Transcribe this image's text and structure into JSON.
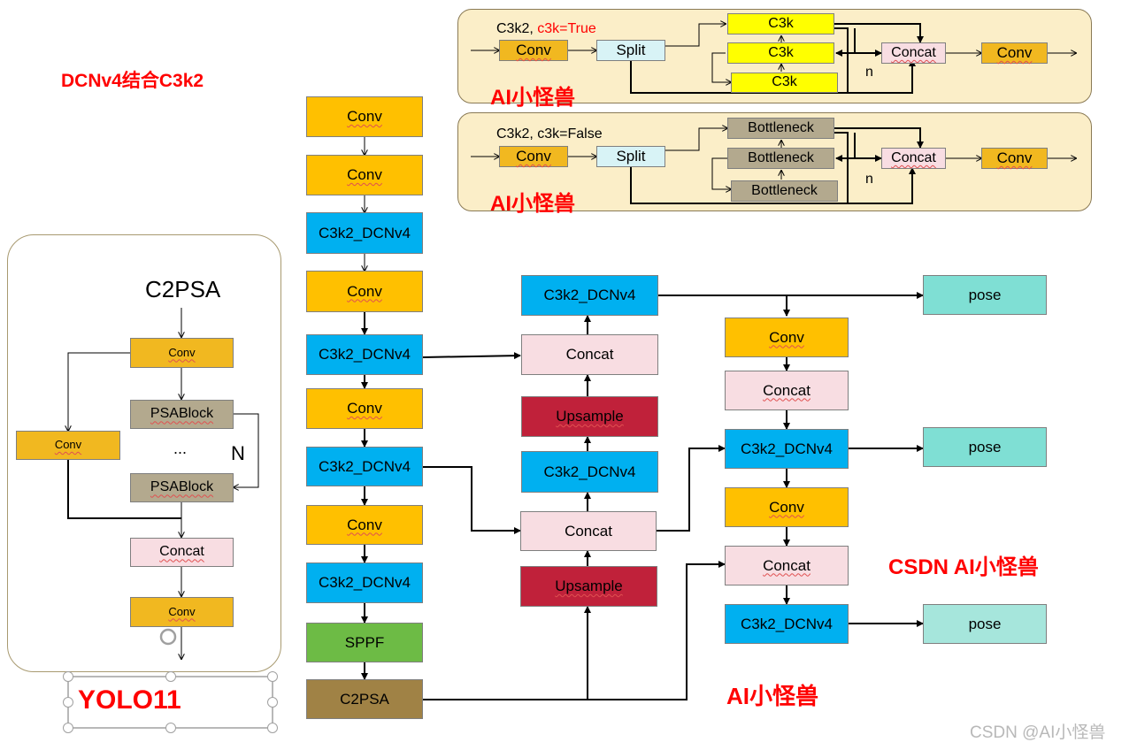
{
  "title": "DCNv4结合C3k2",
  "watermarks": [
    "AI小怪兽",
    "AI小怪兽",
    "CSDN AI小怪兽",
    "AI小怪兽"
  ],
  "footer": "CSDN @AI小怪兽",
  "colors": {
    "conv": "#ffc000",
    "c3k2": "#00b0f0",
    "concat": "#f8dde2",
    "upsample": "#c0213a",
    "pose": "#7fdfd4",
    "sppf": "#6dbb45",
    "c2psa": "#a08245",
    "accent_red": "#ff0000"
  },
  "c3k_true": {
    "title_prefix": "C3k2, ",
    "title_flag": "c3k=True",
    "conv_in": "Conv",
    "split": "Split",
    "blocks": [
      "C3k",
      "C3k",
      "C3k"
    ],
    "concat": "Concat",
    "conv_out": "Conv",
    "n_label": "n"
  },
  "c3k_false": {
    "title": "C3k2, c3k=False",
    "conv_in": "Conv",
    "split": "Split",
    "blocks": [
      "Bottleneck",
      "Bottleneck",
      "Bottleneck"
    ],
    "concat": "Concat",
    "conv_out": "Conv",
    "n_label": "n"
  },
  "c2psa_panel": {
    "title": "C2PSA",
    "conv_top": "Conv",
    "conv_side": "Conv",
    "psablock_1": "PSABlock",
    "ellipsis": "...",
    "psablock_2": "PSABlock",
    "n_label": "N",
    "concat": "Concat",
    "conv_bottom": "Conv",
    "caption": "YOLO11"
  },
  "backbone": [
    "Conv",
    "Conv",
    "C3k2_DCNv4",
    "Conv",
    "C3k2_DCNv4",
    "Conv",
    "C3k2_DCNv4",
    "Conv",
    "C3k2_DCNv4",
    "SPPF",
    "C2PSA"
  ],
  "neck_mid": {
    "c3k2_top": "C3k2_DCNv4",
    "concat_top": "Concat",
    "upsample_top": "Upsample",
    "c3k2_mid": "C3k2_DCNv4",
    "concat_mid": "Concat",
    "upsample_bottom": "Upsample"
  },
  "neck_right": {
    "conv_1": "Conv",
    "concat_1": "Concat",
    "c3k2_1": "C3k2_DCNv4",
    "conv_2": "Conv",
    "concat_2": "Concat",
    "c3k2_2": "C3k2_DCNv4"
  },
  "heads": [
    "pose",
    "pose",
    "pose"
  ]
}
